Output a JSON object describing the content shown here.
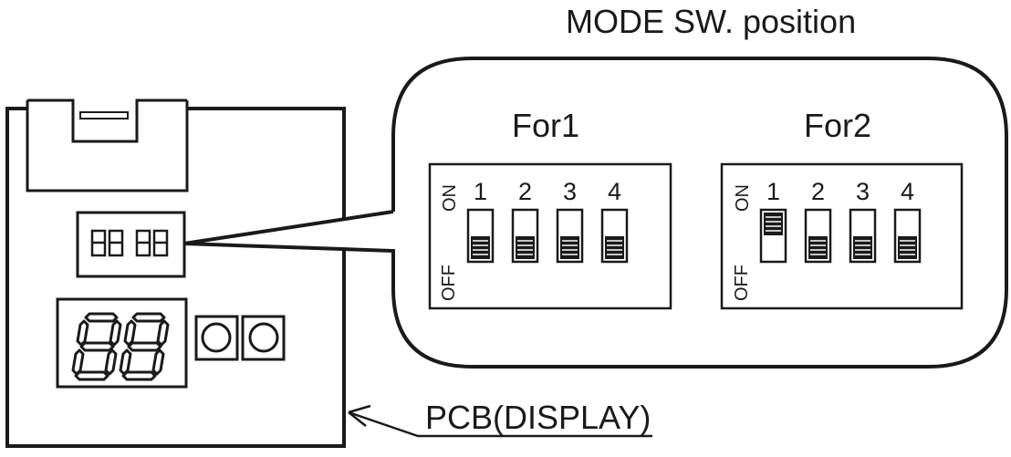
{
  "title": "MODE SW. position",
  "pcb_label": "PCB(DISPLAY)",
  "switch_blocks": [
    {
      "label": "For1",
      "on_text": "ON",
      "off_text": "OFF",
      "switches": [
        {
          "number": "1",
          "state": "OFF"
        },
        {
          "number": "2",
          "state": "OFF"
        },
        {
          "number": "3",
          "state": "OFF"
        },
        {
          "number": "4",
          "state": "OFF"
        }
      ]
    },
    {
      "label": "For2",
      "on_text": "ON",
      "off_text": "OFF",
      "switches": [
        {
          "number": "1",
          "state": "ON"
        },
        {
          "number": "2",
          "state": "OFF"
        },
        {
          "number": "3",
          "state": "OFF"
        },
        {
          "number": "4",
          "state": "OFF"
        }
      ]
    }
  ],
  "seven_seg_text": "88",
  "colors": {
    "line": "#1a1a1a",
    "background": "#ffffff"
  }
}
